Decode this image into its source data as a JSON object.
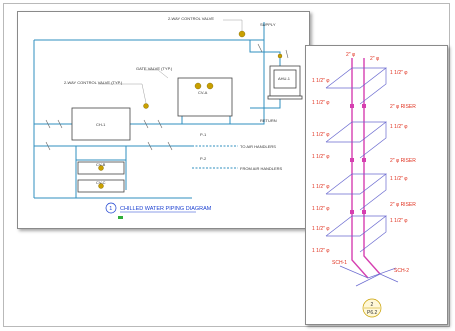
{
  "schematic": {
    "title": "CHILLED WATER PIPING DIAGRAM",
    "title_number": "1",
    "labels": {
      "control_valve_top": "2-WAY CONTROL VALVE",
      "control_valve_left": "2-WAY CONTROL VALVE (TYP.)",
      "gate_valve": "GATE VALVE (TYP.)",
      "supply_top": "SUPPLY",
      "return_top": "RETURN",
      "to_air_handler": "TO AIR HANDLERS",
      "from_air_handler": "FROM AIR HANDLERS",
      "chiller": "CH-1",
      "pump_1": "P-1",
      "pump_2": "P-2",
      "air_unit": "AHU-1",
      "valve_box_a": "CV-A",
      "valve_box_b": "CV-B",
      "valve_box_c": "CV-C"
    },
    "colors": {
      "pipe": "#2f8fbf",
      "component": "#444444",
      "valve": "#c9a000",
      "title": "#1a3fd0"
    }
  },
  "isometric": {
    "balloon_number": "2",
    "balloon_sheet": "P6.2",
    "size_labels": [
      "1 1/2\" φ",
      "1 1/2\" φ",
      "1 1/2\" φ",
      "1 1/2\" φ",
      "1 1/2\" φ",
      "1 1/2\" φ",
      "1 1/2\" φ",
      "1 1/2\" φ"
    ],
    "top_labels": [
      "2\" φ",
      "2\" φ"
    ],
    "right_labels": [
      "1 1/2\" φ",
      "1 1/2\" φ",
      "1 1/2\" φ",
      "1 1/2\" φ"
    ],
    "riser_labels": [
      "2\" φ RISER",
      "2\" φ RISER",
      "2\" φ RISER"
    ],
    "bottom_labels": [
      "SCH-1",
      "SCH-2"
    ],
    "colors": {
      "riser": "#d63fb0",
      "branch": "#6b6bd0",
      "text": "#e0301e"
    }
  }
}
